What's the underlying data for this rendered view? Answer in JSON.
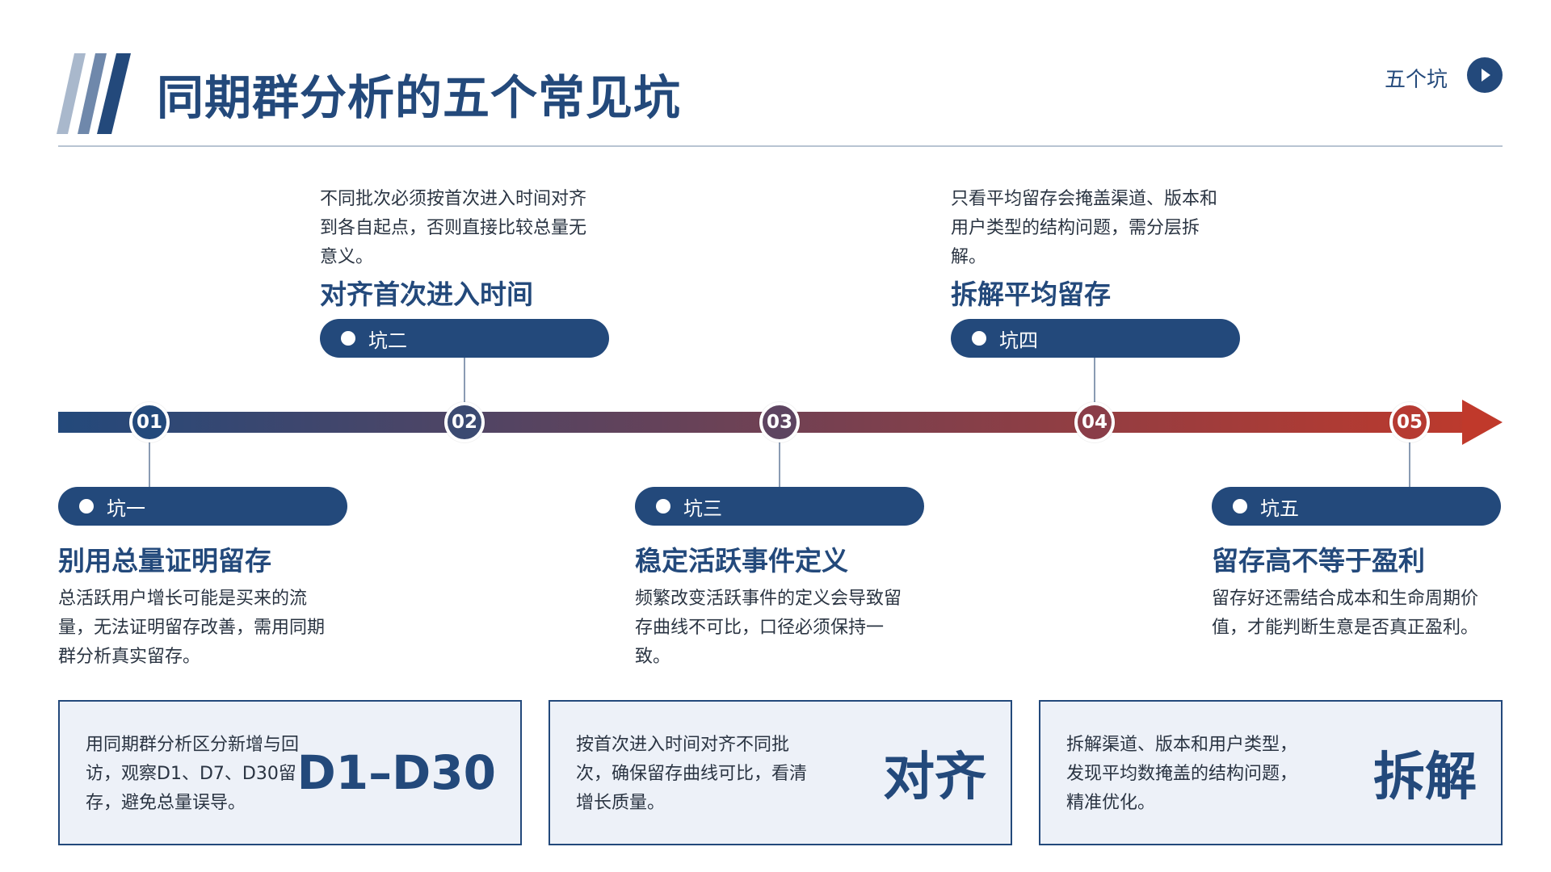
{
  "header": {
    "title": "同期群分析的五个常见坑",
    "nav_label": "五个坑",
    "nav_icon": "play-arrow-icon"
  },
  "timeline": {
    "gradient_start": "#23497b",
    "gradient_end": "#c0392b",
    "nodes": [
      "01",
      "02",
      "03",
      "04",
      "05"
    ]
  },
  "pitfalls": [
    {
      "tag": "坑一",
      "title": "别用总量证明留存",
      "desc": "总活跃用户增长可能是买来的流量，无法证明留存改善，需用同期群分析真实留存。"
    },
    {
      "tag": "坑二",
      "title": "对齐首次进入时间",
      "desc": "不同批次必须按首次进入时间对齐到各自起点，否则直接比较总量无意义。"
    },
    {
      "tag": "坑三",
      "title": "稳定活跃事件定义",
      "desc": "频繁改变活跃事件的定义会导致留存曲线不可比，口径必须保持一致。"
    },
    {
      "tag": "坑四",
      "title": "拆解平均留存",
      "desc": "只看平均留存会掩盖渠道、版本和用户类型的结构问题，需分层拆解。"
    },
    {
      "tag": "坑五",
      "title": "留存高不等于盈利",
      "desc": "留存好还需结合成本和生命周期价值，才能判断生意是否真正盈利。"
    }
  ],
  "cards": [
    {
      "text": "用同期群分析区分新增与回访，观察D1、D7、D30留存，避免总量误导。",
      "value": "D1–D30"
    },
    {
      "text": "按首次进入时间对齐不同批次，确保留存曲线可比，看清增长质量。",
      "value": "对齐"
    },
    {
      "text": "拆解渠道、版本和用户类型，发现平均数掩盖的结构问题，精准优化。",
      "value": "拆解"
    }
  ]
}
